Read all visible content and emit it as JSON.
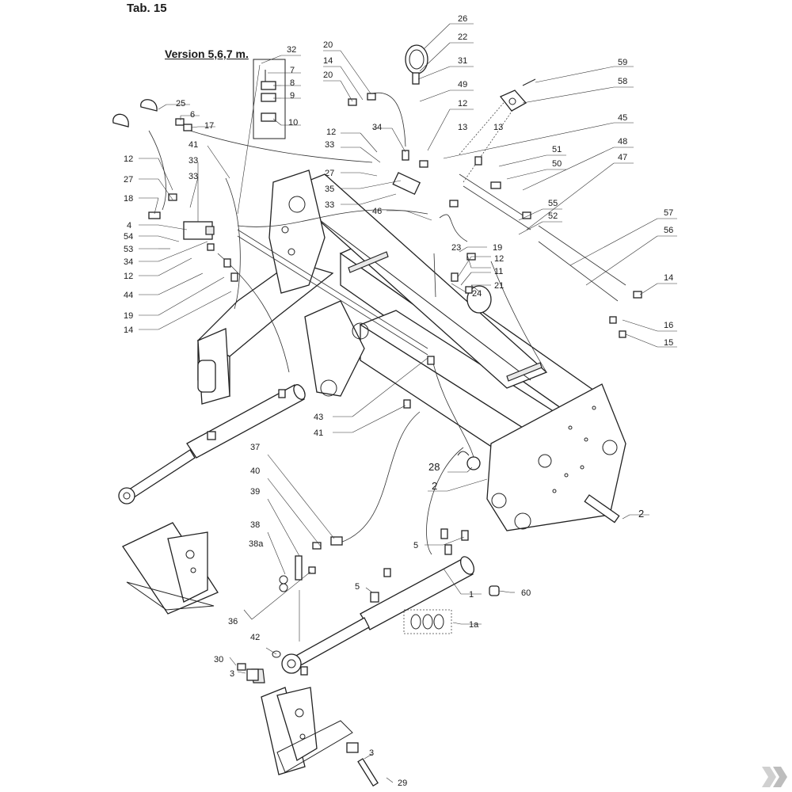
{
  "title": "Tab. 15",
  "version": "Version 5,6,7 m.",
  "logo": "kramp-logo",
  "labels": {
    "l26": "26",
    "l22": "22",
    "l31": "31",
    "l49": "49",
    "l12a": "12",
    "l13a": "13",
    "l13b": "13",
    "l59": "59",
    "l58": "58",
    "l45": "45",
    "l51": "51",
    "l50": "50",
    "l48": "48",
    "l47": "47",
    "l55": "55",
    "l52": "52",
    "l57": "57",
    "l56": "56",
    "l14a": "14",
    "l16": "16",
    "l15": "15",
    "l20a": "20",
    "l14b": "14",
    "l20b": "20",
    "l32": "32",
    "l7": "7",
    "l8": "8",
    "l9": "9",
    "l10": "10",
    "l25": "25",
    "l6": "6",
    "l17": "17",
    "l34a": "34",
    "l12b": "12",
    "l33a": "33",
    "l27a": "27",
    "l35": "35",
    "l33b": "33",
    "l46": "46",
    "l41a": "41",
    "l33c": "33",
    "l33d": "33",
    "l12c": "12",
    "l27b": "27",
    "l18": "18",
    "l4": "4",
    "l54": "54",
    "l53": "53",
    "l34b": "34",
    "l12d": "12",
    "l44": "44",
    "l19a": "19",
    "l14c": "14",
    "l23": "23",
    "l19b": "19",
    "l12e": "12",
    "l11": "11",
    "l24": "24",
    "l21": "21",
    "l43": "43",
    "l41b": "41",
    "l28": "28",
    "l2a": "2",
    "l2b": "2",
    "l37": "37",
    "l40": "40",
    "l39": "39",
    "l38": "38",
    "l38a": "38a",
    "l36": "36",
    "l42": "42",
    "l30": "30",
    "l3a": "3",
    "l5a": "5",
    "l5b": "5",
    "l1": "1",
    "l60": "60",
    "l1a": "1a",
    "l3b": "3",
    "l29": "29"
  }
}
